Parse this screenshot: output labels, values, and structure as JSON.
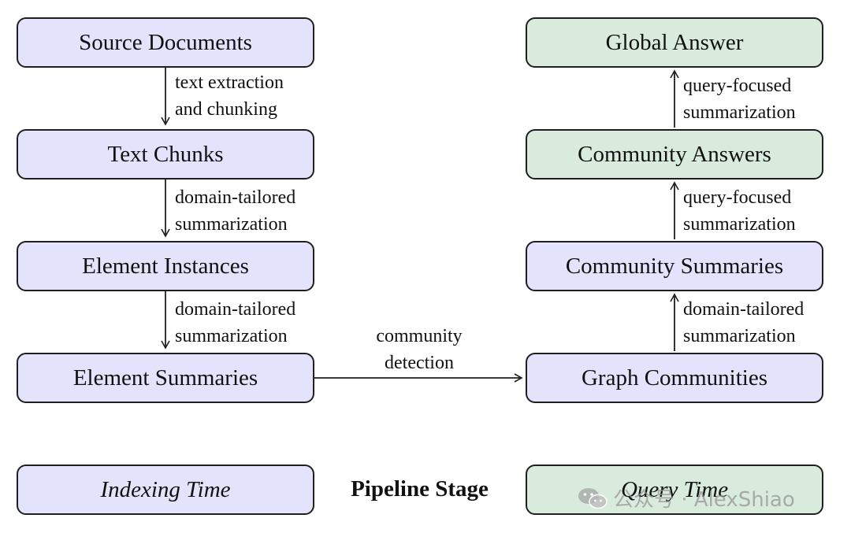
{
  "boxes": {
    "source_documents": "Source Documents",
    "text_chunks": "Text Chunks",
    "element_instances": "Element Instances",
    "element_summaries": "Element Summaries",
    "global_answer": "Global Answer",
    "community_answers": "Community Answers",
    "community_summaries": "Community Summaries",
    "graph_communities": "Graph Communities"
  },
  "edges": {
    "e1_line1": "text extraction",
    "e1_line2": "and chunking",
    "e2_line1": "domain-tailored",
    "e2_line2": "summarization",
    "e3_line1": "domain-tailored",
    "e3_line2": "summarization",
    "e4_line1": "community",
    "e4_line2": "detection",
    "e5_line1": "domain-tailored",
    "e5_line2": "summarization",
    "e6_line1": "query-focused",
    "e6_line2": "summarization",
    "e7_line1": "query-focused",
    "e7_line2": "summarization"
  },
  "legend": {
    "indexing_time": "Indexing Time",
    "pipeline_stage": "Pipeline Stage",
    "query_time": "Query Time"
  },
  "watermark": {
    "text": "公众号 · AlexShiao",
    "icon": "wechat-icon"
  },
  "colors": {
    "indexing_fill": "#e3e3fb",
    "query_fill": "#d8ebdd",
    "stroke": "#1f1f1f"
  }
}
